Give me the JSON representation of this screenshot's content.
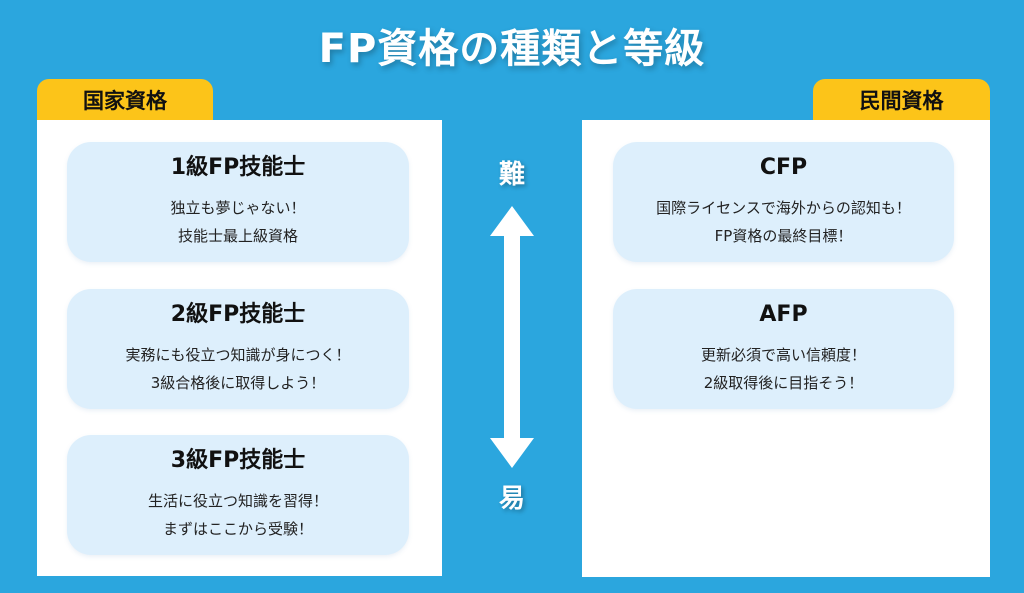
{
  "title": "FP資格の種類と等級",
  "colors": {
    "background": "#2ba6de",
    "tab": "#fcc419",
    "card": "#ddeffc",
    "panel": "#ffffff"
  },
  "difficulty": {
    "hard": "難",
    "easy": "易",
    "arrow_icon": "double-headed-vertical-arrow"
  },
  "national": {
    "label": "国家資格",
    "cards": [
      {
        "title": "1級FP技能士",
        "lines": [
          "独立も夢じゃない！",
          "技能士最上級資格"
        ]
      },
      {
        "title": "2級FP技能士",
        "lines": [
          "実務にも役立つ知識が身につく！",
          "3級合格後に取得しよう！"
        ]
      },
      {
        "title": "3級FP技能士",
        "lines": [
          "生活に役立つ知識を習得！",
          "まずはここから受験！"
        ]
      }
    ]
  },
  "private": {
    "label": "民間資格",
    "cards": [
      {
        "title": "CFP",
        "lines": [
          "国際ライセンスで海外からの認知も！",
          "FP資格の最終目標！"
        ]
      },
      {
        "title": "AFP",
        "lines": [
          "更新必須で高い信頼度！",
          "2級取得後に目指そう！"
        ]
      }
    ]
  }
}
